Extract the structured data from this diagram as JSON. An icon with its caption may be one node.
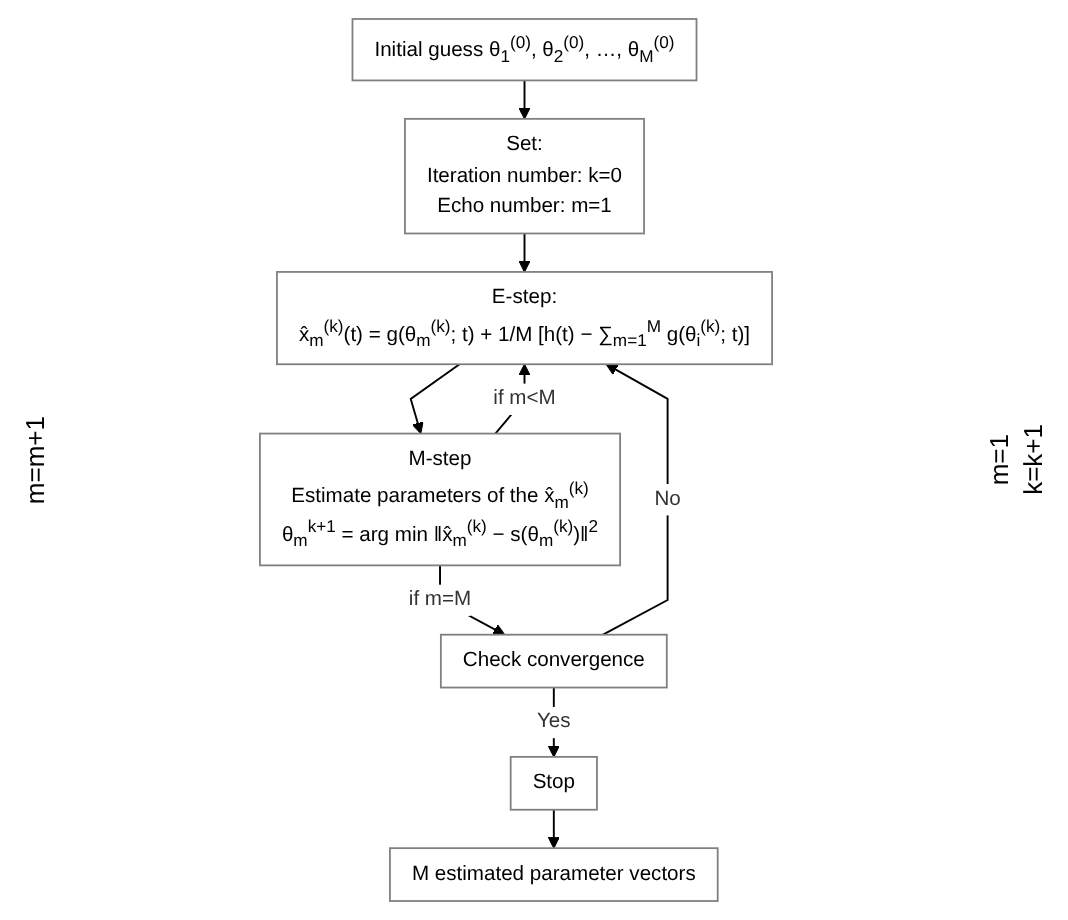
{
  "diagram": {
    "nodes": [
      {
        "text": [
          "Initial guess θ$_{1}$$^{(0)}$, θ$_{2}$$^{(0)}$, …, θ$_{M}$$^{(0)}$"
        ]
      },
      {
        "text": [
          "Set:",
          "Iteration number: k=0",
          "Echo number: m=1"
        ]
      },
      {
        "text": [
          "E-step:",
          "x̂$_{m}$$^{(k)}$(t) = g(θ$_{m}$$^{(k)}$; t) + 1/M [h(t) − ∑$_{m=1}$$^{M}$ g(θ$_{i}$$^{(k)}$; t)]"
        ]
      },
      {
        "text": [
          "M-step",
          "Estimate parameters of the x̂$_{m}$$^{(k)}$",
          "θ$_{m}$$^{k+1}$ = arg min ‖x̂$_{m}$$^{(k)}$ − s(θ$_{m}$$^{(k)}$)‖$^{2}$"
        ]
      },
      {
        "text": [
          "Check convergence"
        ]
      },
      {
        "text": [
          "Stop"
        ]
      },
      {
        "text": [
          "M estimated parameter vectors"
        ]
      }
    ],
    "edges": [
      {
        "from": 0,
        "to": 1,
        "arrow": "to"
      },
      {
        "from": 1,
        "to": 2,
        "arrow": "to"
      },
      {
        "from": 2,
        "to": 3,
        "arrow": "to"
      },
      {
        "from": 3,
        "to": 2,
        "arrow": "to",
        "label": "if m<M"
      },
      {
        "from": 3,
        "to": 4,
        "arrow": "to",
        "label": "if m=M"
      },
      {
        "from": 4,
        "to": 2,
        "arrow": "to",
        "label": "No"
      },
      {
        "from": 4,
        "to": 5,
        "arrow": "to",
        "label": "Yes"
      },
      {
        "from": 5,
        "to": 6,
        "arrow": "to"
      }
    ],
    "labels": [
      "m=m+1",
      "m=1",
      "k=k+1"
    ]
  }
}
